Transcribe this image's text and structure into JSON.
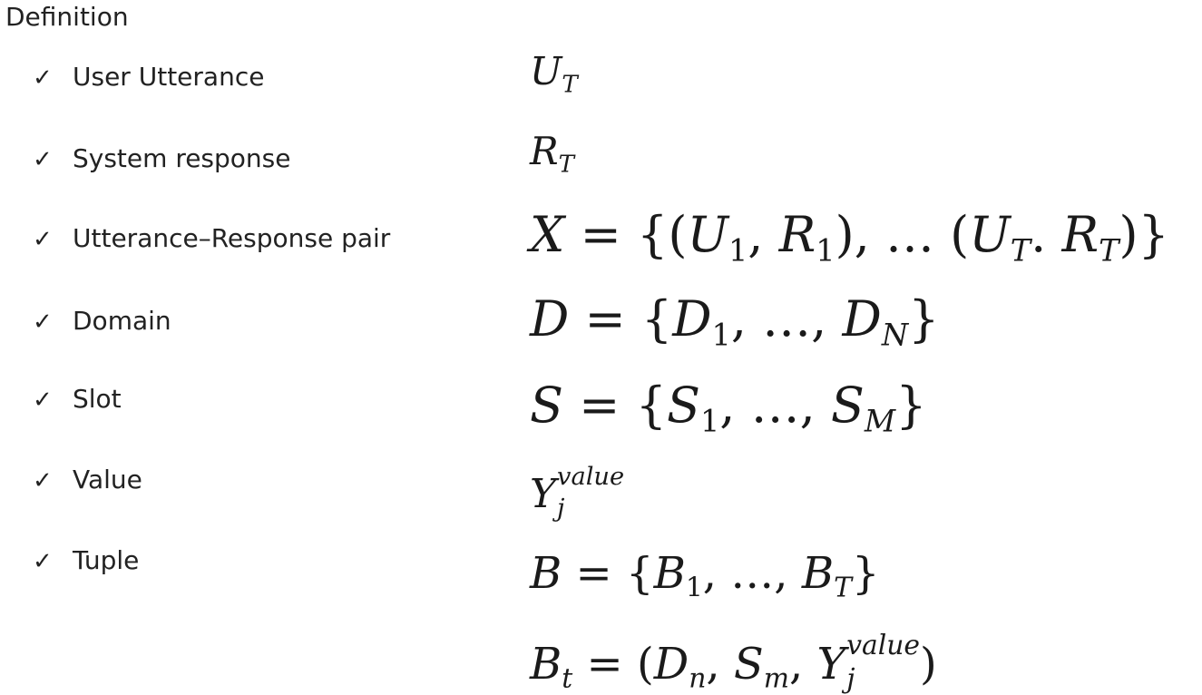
{
  "title": "Definition",
  "check_glyph": "✓",
  "items": [
    {
      "label": "User Utterance"
    },
    {
      "label": "System response"
    },
    {
      "label": "Utterance–Response pair"
    },
    {
      "label": "Domain"
    },
    {
      "label": "Slot"
    },
    {
      "label": "Value"
    },
    {
      "label": "Tuple"
    }
  ],
  "sym": {
    "U": "U",
    "R": "R",
    "X": "X",
    "D": "D",
    "S": "S",
    "Y": "Y",
    "B": "B",
    "T": "T",
    "N": "N",
    "M": "M",
    "n": "n",
    "m": "m",
    "t": "t",
    "j": "j",
    "one": "1",
    "value": "value",
    "eq": " = ",
    "lbrace": "{",
    "rbrace": "}",
    "lparen": "(",
    "rparen": ")",
    "comma": ", ",
    "dot": ".",
    "dots": "…",
    "dots_paren": "… ("
  }
}
